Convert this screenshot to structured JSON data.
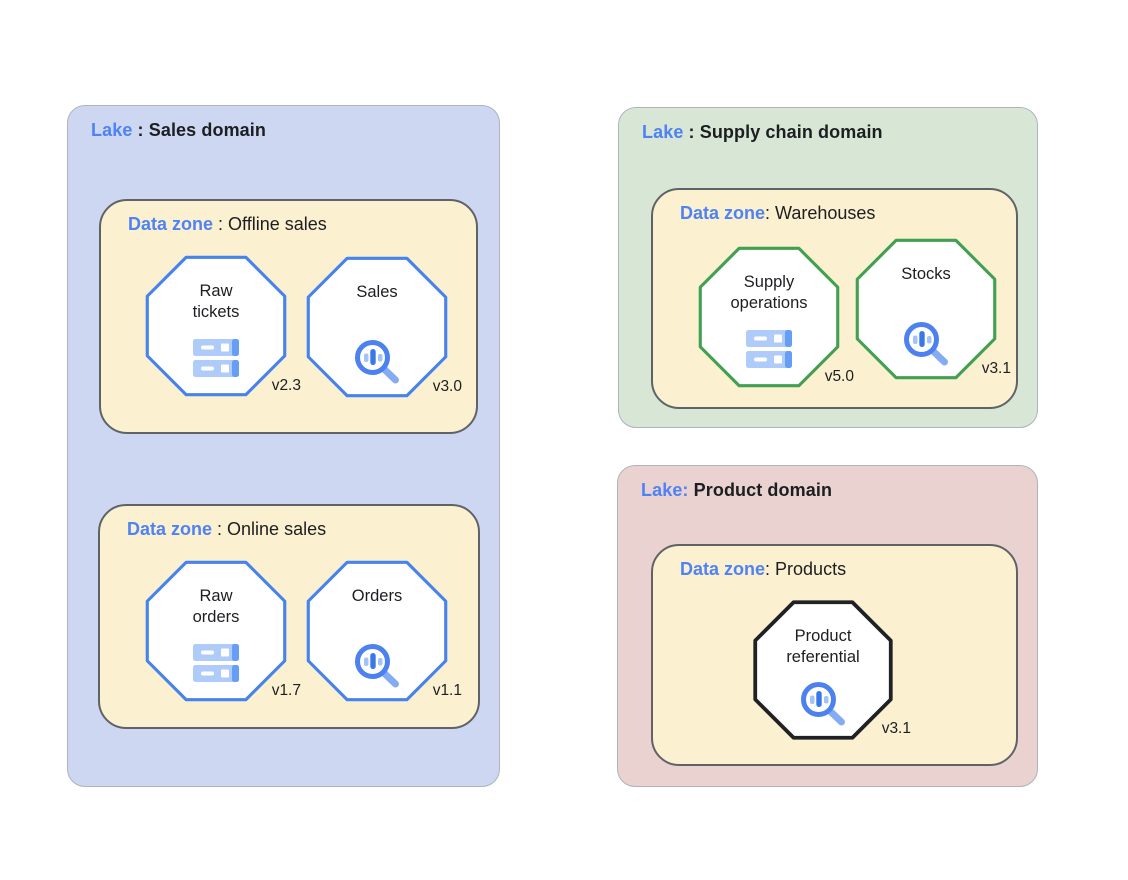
{
  "colors": {
    "accent_blue": "#4E82F5",
    "lake_sales_fill": "#CDD7F2",
    "lake_supply_fill": "#D8E7D5",
    "lake_product_fill": "#E9D2D0",
    "zone_fill": "#FBF0CF",
    "zone_border": "#5F6368",
    "octagon_blue": "#4683EC",
    "octagon_green": "#42A052",
    "octagon_black": "#202124",
    "text_black": "#1C1E21"
  },
  "lakes": [
    {
      "title_label": "Lake",
      "title_rest": " : Sales domain",
      "zones": [
        {
          "title_label": "Data zone",
          "title_rest": " : Offline sales",
          "assets": [
            {
              "name": "Raw\ntickets",
              "version": "v2.3",
              "icon": "storage"
            },
            {
              "name": "Sales",
              "version": "v3.0",
              "icon": "search-analytics"
            }
          ]
        },
        {
          "title_label": "Data zone",
          "title_rest": " : Online sales",
          "assets": [
            {
              "name": "Raw\norders",
              "version": "v1.7",
              "icon": "storage"
            },
            {
              "name": "Orders",
              "version": "v1.1",
              "icon": "search-analytics"
            }
          ]
        }
      ]
    },
    {
      "title_label": "Lake",
      "title_rest": " : Supply chain domain",
      "zones": [
        {
          "title_label": "Data zone",
          "title_rest": ": Warehouses",
          "assets": [
            {
              "name": "Supply\noperations",
              "version": "v5.0",
              "icon": "storage"
            },
            {
              "name": "Stocks",
              "version": "v3.1",
              "icon": "search-analytics"
            }
          ]
        }
      ]
    },
    {
      "title_label": "Lake:",
      "title_rest": " Product domain",
      "zones": [
        {
          "title_label": "Data zone",
          "title_rest": ": Products",
          "assets": [
            {
              "name": "Product\nreferential",
              "version": "v3.1",
              "icon": "search-analytics"
            }
          ]
        }
      ]
    }
  ]
}
